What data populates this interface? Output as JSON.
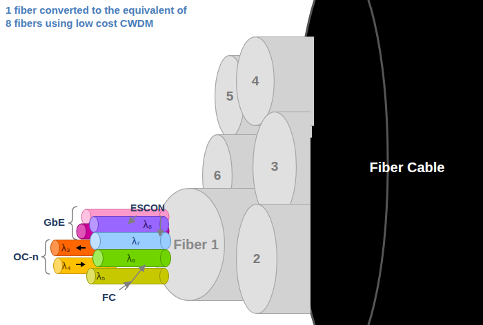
{
  "diagram": {
    "title": "1 fiber converted to the equivalent of 8 fibers using low cost CWDM",
    "nodes": [
      {
        "text": [
          "5"
        ]
      },
      {
        "text": [
          "4"
        ]
      },
      {
        "text": [
          "3"
        ]
      },
      {
        "text": [
          "6"
        ]
      },
      {
        "text": [
          "Fiber Cable"
        ]
      },
      {
        "text": [
          "λ₈"
        ]
      },
      {
        "text": [
          "λ₇"
        ]
      },
      {
        "text": [
          "Fiber 1"
        ]
      },
      {
        "text": [
          "λ₃"
        ]
      },
      {
        "text": [
          "λ₆"
        ]
      },
      {
        "text": [
          "λ₄"
        ]
      },
      {
        "text": [
          "2"
        ]
      },
      {
        "text": [
          "λ₅"
        ]
      }
    ],
    "labels": [
      "ESCON",
      "GbE",
      "OC-n",
      "FC"
    ]
  }
}
